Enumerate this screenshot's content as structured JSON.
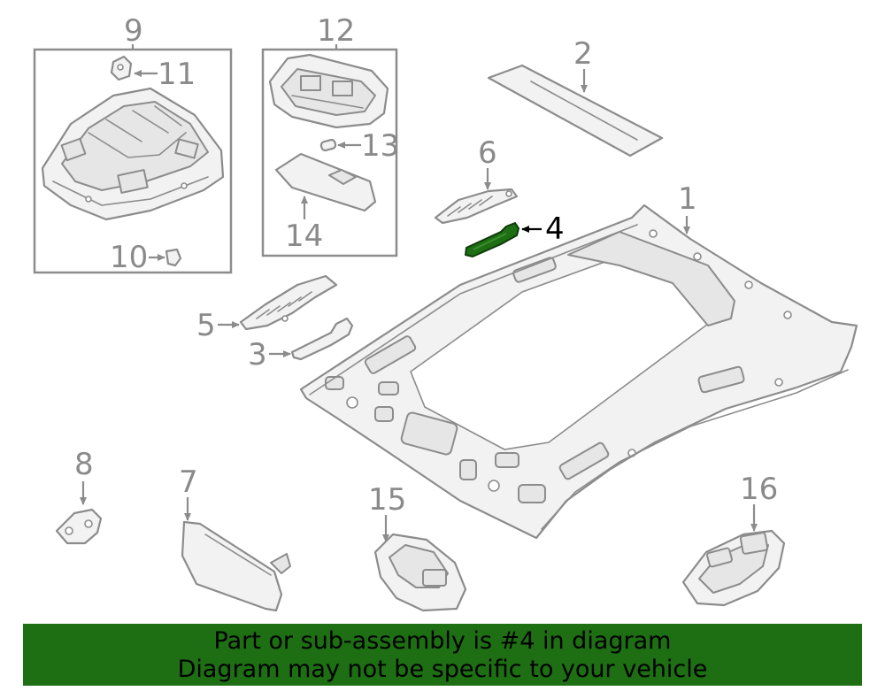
{
  "callouts": {
    "c1": "1",
    "c2": "2",
    "c3": "3",
    "c4": "4",
    "c5": "5",
    "c6": "6",
    "c7": "7",
    "c8": "8",
    "c9": "9",
    "c10": "10",
    "c11": "11",
    "c12": "12",
    "c13": "13",
    "c14": "14",
    "c15": "15",
    "c16": "16"
  },
  "highlight": {
    "part": "4",
    "color": "#1e6e14"
  },
  "banner": {
    "line1": "Part or sub-assembly is #4 in diagram",
    "line2": "Diagram may not be specific to your vehicle",
    "color": "#1e6e14"
  }
}
